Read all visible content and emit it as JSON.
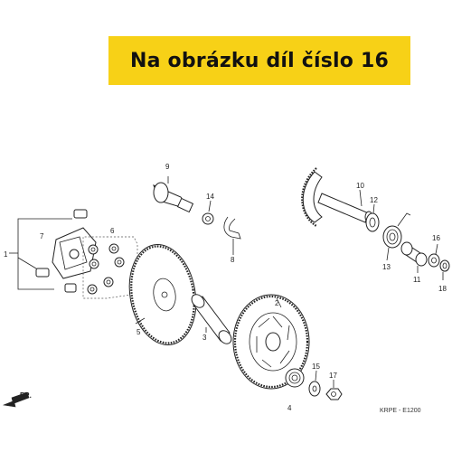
{
  "banner": {
    "text": "Na obrázku díl číslo 16"
  },
  "diagram": {
    "labels": [
      "1",
      "2",
      "3",
      "4",
      "5",
      "6",
      "7",
      "8",
      "9",
      "10",
      "11",
      "12",
      "13",
      "14",
      "15",
      "16",
      "17",
      "18"
    ],
    "direction_label": "FR.",
    "diagram_code": "KRPE - E1200"
  }
}
